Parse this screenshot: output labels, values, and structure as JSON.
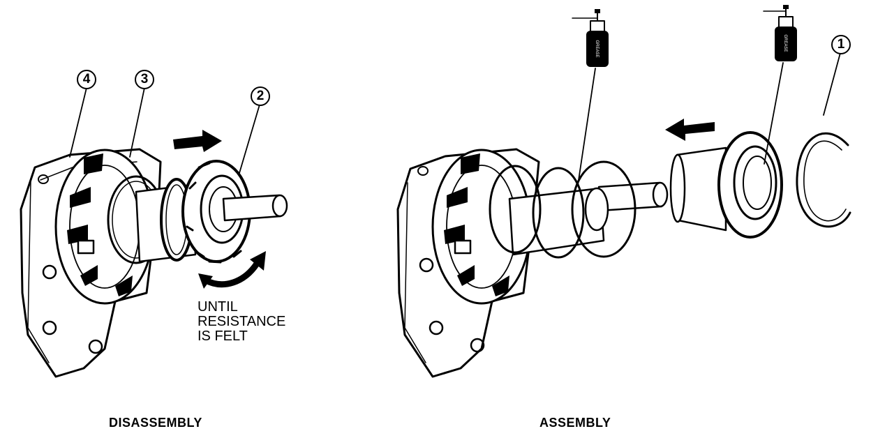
{
  "left_panel": {
    "caption": "DISASSEMBLY",
    "note": "UNTIL\nRESISTANCE\nIS FELT",
    "callouts": [
      "4",
      "3",
      "2"
    ]
  },
  "right_panel": {
    "caption": "ASSEMBLY",
    "callouts": [
      "1"
    ],
    "grease_label": "GREASE"
  },
  "colors": {
    "ink": "#000000",
    "paper": "#ffffff"
  }
}
